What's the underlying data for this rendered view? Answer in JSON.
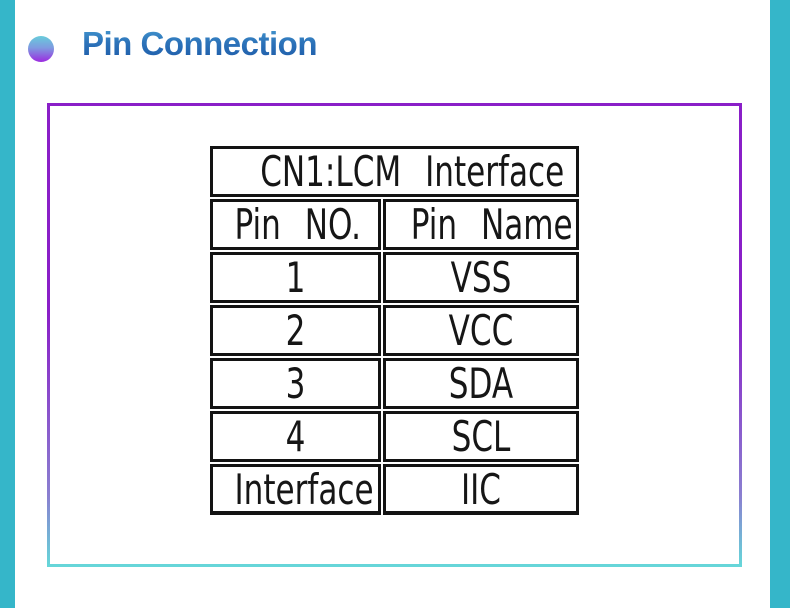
{
  "colors": {
    "side_bar_teal": "#35b6c9",
    "panel_border_top_purple": "#8a1fc8",
    "panel_border_bottom_teal": "#66d6d9",
    "title_blue_top": "#4aa0d4",
    "title_blue_bottom": "#1b57a6",
    "bullet_gradient_top": "#68ccdb",
    "bullet_gradient_bottom": "#9c2be0",
    "table_ink": "#161616"
  },
  "header": {
    "title": "Pin Connection"
  },
  "pin_table": {
    "title": "CN1:LCM Interface",
    "columns": {
      "no": "Pin NO.",
      "name": "Pin Name"
    },
    "rows": [
      {
        "no": "1",
        "name": "VSS"
      },
      {
        "no": "2",
        "name": "VCC"
      },
      {
        "no": "3",
        "name": "SDA"
      },
      {
        "no": "4",
        "name": "SCL"
      },
      {
        "no": "Interface",
        "name": "IIC"
      }
    ]
  }
}
